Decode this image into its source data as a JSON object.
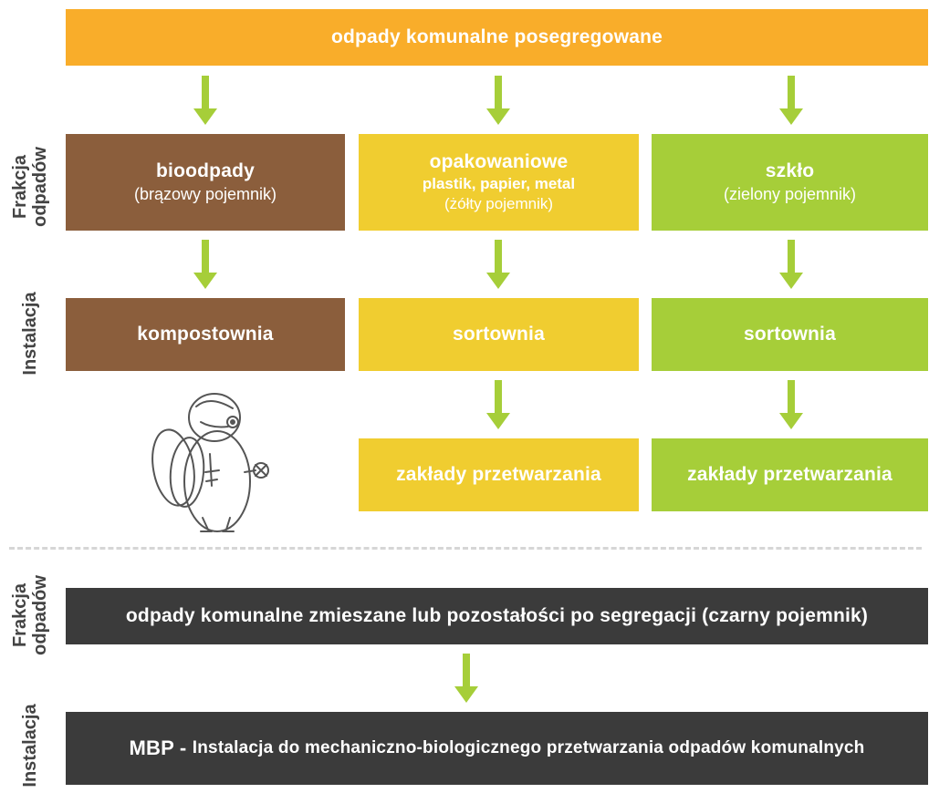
{
  "top": {
    "title": "odpady komunalne posegregowane"
  },
  "labels": {
    "fraction": "Frakcja\nodpadów",
    "installation": "Instalacja"
  },
  "columns": [
    {
      "title": "bioodpady",
      "subtitle": "(brązowy pojemnik)",
      "installation": "kompostownia"
    },
    {
      "title": "opakowaniowe",
      "subtitle": "plastik, papier, metal",
      "note": "(żółty pojemnik)",
      "installation": "sortownia",
      "processing": "zakłady przetwarzania"
    },
    {
      "title": "szkło",
      "subtitle": "(zielony pojemnik)",
      "installation": "sortownia",
      "processing": "zakłady przetwarzania"
    }
  ],
  "bottom": {
    "mixed": "odpady komunalne zmieszane lub pozostałości po segregacji (czarny pojemnik)",
    "mbp_prefix": "MBP - ",
    "mbp_text": "Instalacja do mechaniczno-biologicznego przetwarzania odpadów komunalnych"
  },
  "colors": {
    "orange": "#f9ad2a",
    "brown": "#8b5e3c",
    "yellow": "#f0cd30",
    "green": "#a6ce39",
    "dark": "#3b3b3b",
    "arrow": "#a6ce39"
  },
  "icons": {
    "mascot": "fly-mascot-icon",
    "arrow": "arrow-down-icon"
  }
}
